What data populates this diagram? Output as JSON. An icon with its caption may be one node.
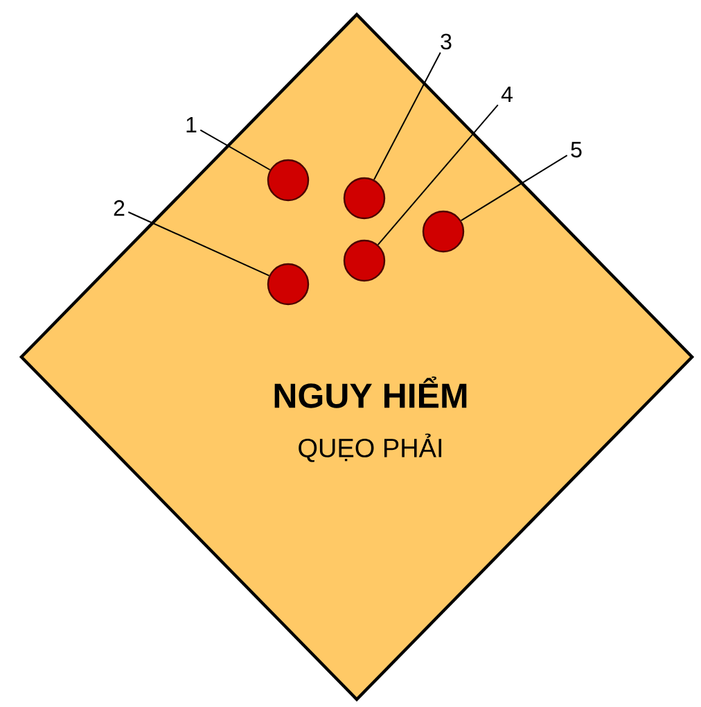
{
  "diagram": {
    "nodes": [
      {
        "text": [
          "NGUY HIỂM",
          "QUẸO PHẢI"
        ]
      },
      {
        "text": [
          "1"
        ]
      },
      {
        "text": [
          "2"
        ]
      },
      {
        "text": [
          "3"
        ]
      },
      {
        "text": [
          "4"
        ]
      },
      {
        "text": [
          "5"
        ]
      },
      {
        "text": [],
        "shape": "circle",
        "in": 0
      },
      {
        "text": [],
        "shape": "circle",
        "in": 0
      },
      {
        "text": [],
        "shape": "circle",
        "in": 0
      },
      {
        "text": [],
        "shape": "circle",
        "in": 0
      },
      {
        "text": [],
        "shape": "circle",
        "in": 0
      }
    ],
    "edges": [
      {
        "from": 1,
        "to": 6,
        "arrow": "none"
      },
      {
        "from": 2,
        "to": 7,
        "arrow": "none"
      },
      {
        "from": 3,
        "to": 8,
        "arrow": "none"
      },
      {
        "from": 4,
        "to": 9,
        "arrow": "none"
      },
      {
        "from": 5,
        "to": 10,
        "arrow": "none"
      }
    ]
  }
}
